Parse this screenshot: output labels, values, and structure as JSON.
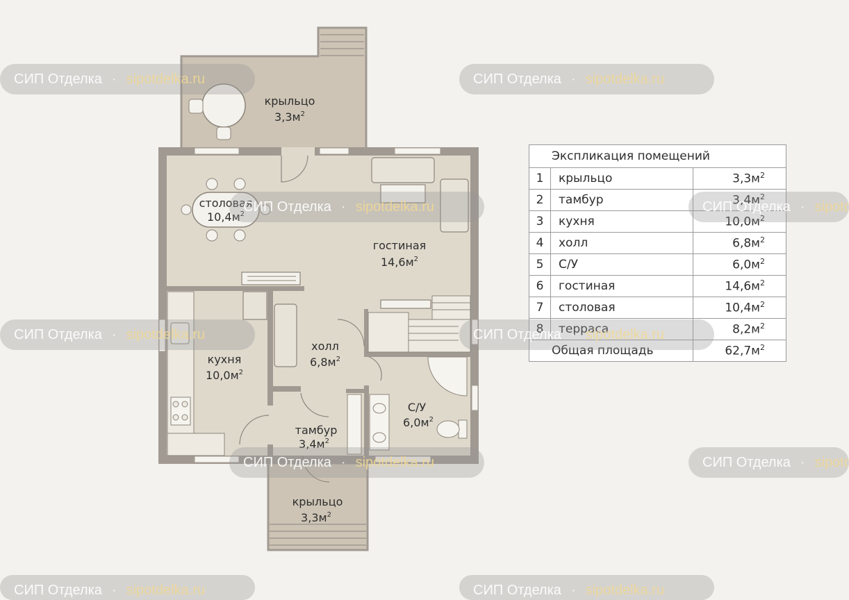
{
  "rooms": [
    {
      "num": "1",
      "name": "крыльцо",
      "area": "3,3м",
      "sup": "2"
    },
    {
      "num": "2",
      "name": "тамбур",
      "area": "3,4м",
      "sup": "2"
    },
    {
      "num": "3",
      "name": "кухня",
      "area": "10,0м",
      "sup": "2"
    },
    {
      "num": "4",
      "name": "холл",
      "area": "6,8м",
      "sup": "2"
    },
    {
      "num": "5",
      "name": "С/У",
      "area": "6,0м",
      "sup": "2"
    },
    {
      "num": "6",
      "name": "гостиная",
      "area": "14,6м",
      "sup": "2"
    },
    {
      "num": "7",
      "name": "столовая",
      "area": "10,4м",
      "sup": "2"
    },
    {
      "num": "8",
      "name": "терраса",
      "area": "8,2м",
      "sup": "2"
    }
  ],
  "explication": {
    "title": "Экспликация помещений",
    "total_label": "Общая площадь",
    "total_area": "62,7м",
    "total_sup": "2"
  },
  "plan_labels": {
    "porch_top_name": "крыльцо",
    "porch_top_area": "3,3м",
    "dining_name": "столовая",
    "dining_area": "10,4м",
    "living_name": "гостиная",
    "living_area": "14,6м",
    "kitchen_name": "кухня",
    "kitchen_area": "10,0м",
    "hall_name": "холл",
    "hall_area": "6,8м",
    "bath_name": "С/У",
    "bath_area": "6,0м",
    "vest_name": "тамбур",
    "vest_area": "3,4м",
    "porch_bot_name": "крыльцо",
    "porch_bot_area": "3,3м",
    "sq": "2"
  },
  "watermark": {
    "brand": "СИП Отделка",
    "sep": "·",
    "url": "sipotdelka.ru"
  },
  "colors": {
    "wall": "#a19a92",
    "floor": "#dfd9cc",
    "porch": "#cdc4b5",
    "background": "#f3f2ee"
  }
}
